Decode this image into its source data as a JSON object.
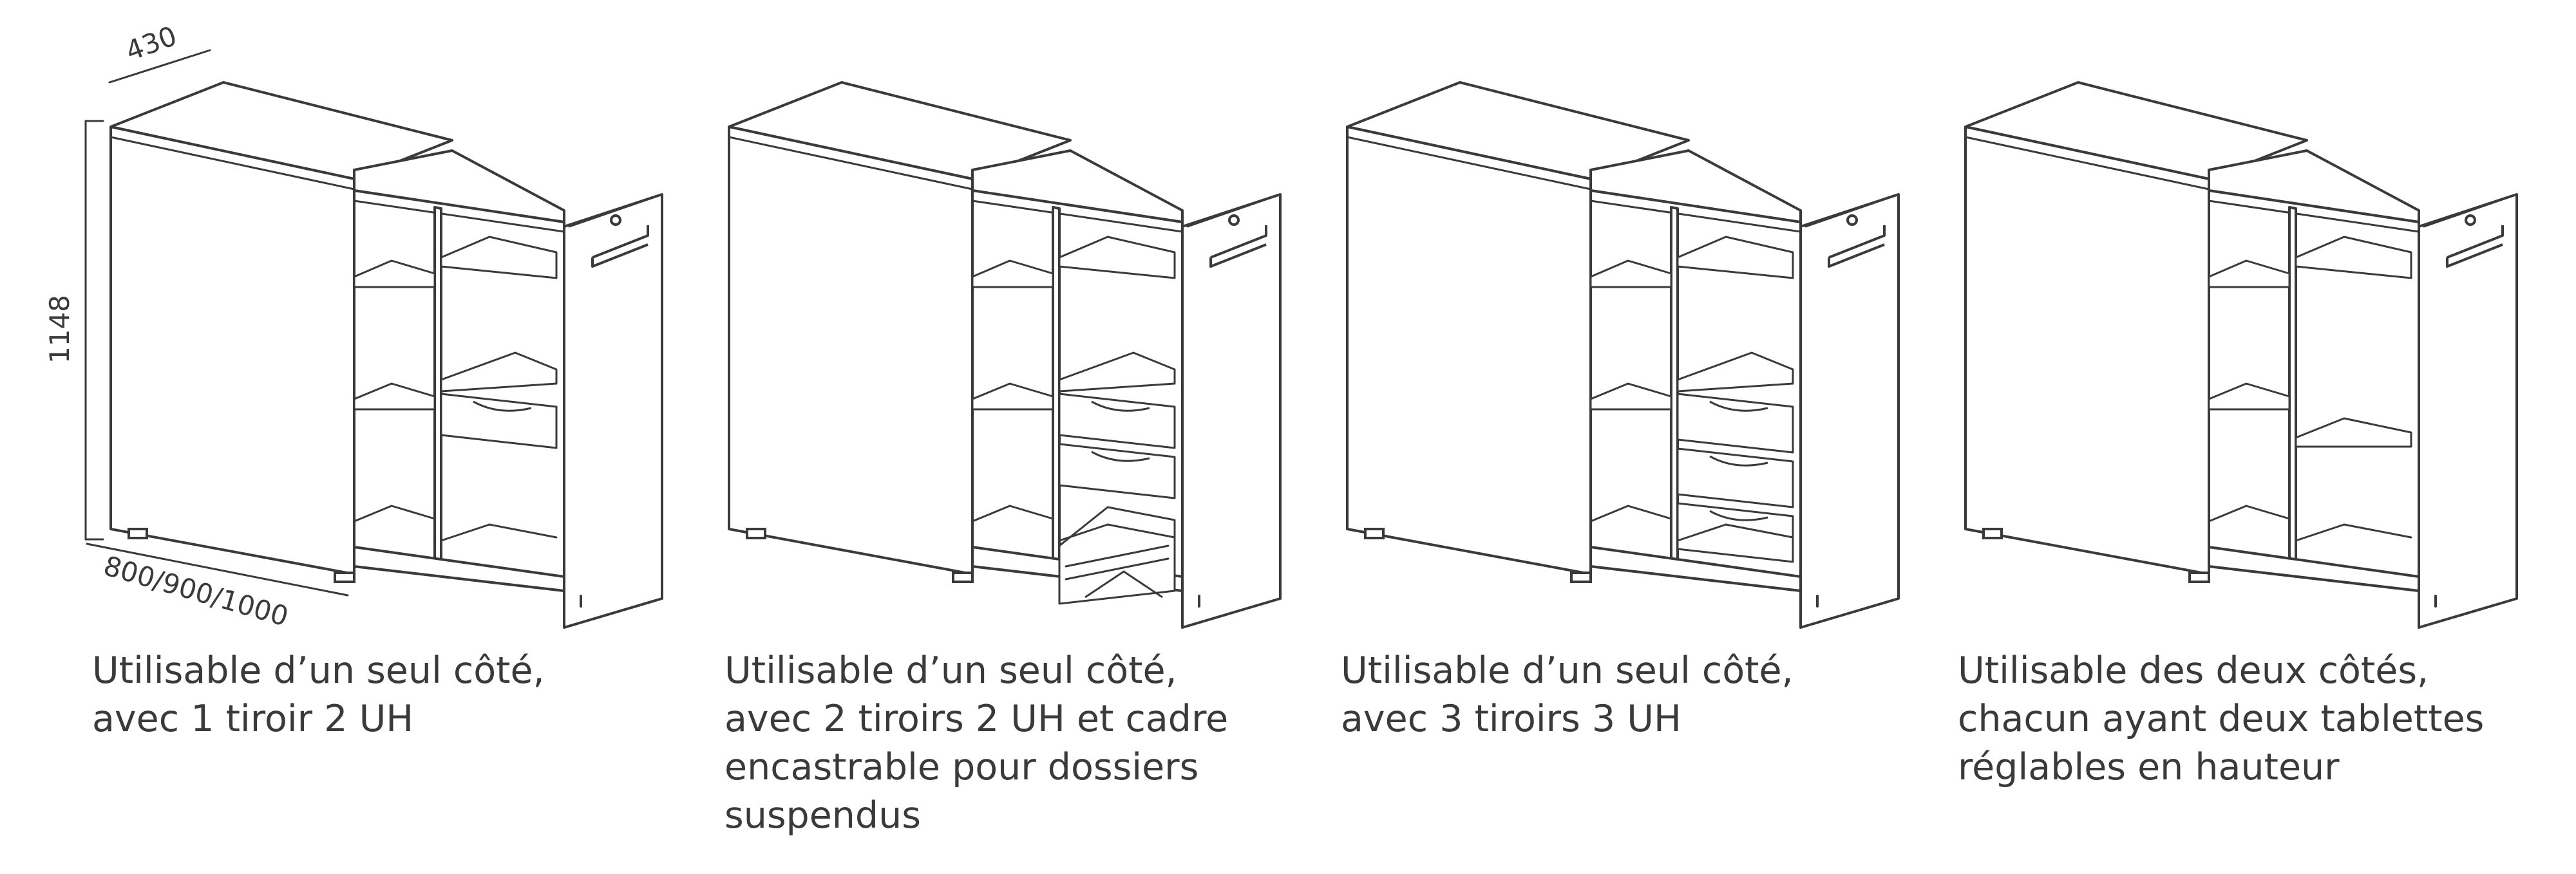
{
  "dimensions": {
    "depth": "430",
    "height": "1148",
    "width": "800/900/1000"
  },
  "variants": [
    {
      "caption_lines": [
        "Utilisable d’un seul côté,",
        "avec 1 tiroir 2 UH"
      ],
      "drawers": 1,
      "hanging_file_frame": false,
      "double_sided": false
    },
    {
      "caption_lines": [
        "Utilisable d’un seul côté,",
        "avec 2 tiroirs 2 UH et cadre",
        "encastrable pour dossiers",
        "suspendus"
      ],
      "drawers": 2,
      "hanging_file_frame": true,
      "double_sided": false
    },
    {
      "caption_lines": [
        "Utilisable d’un seul côté,",
        "avec 3 tiroirs 3 UH"
      ],
      "drawers": 3,
      "hanging_file_frame": false,
      "double_sided": false
    },
    {
      "caption_lines": [
        "Utilisable des deux côtés,",
        "chacun ayant deux tablettes",
        "réglables en hauteur"
      ],
      "drawers": 0,
      "hanging_file_frame": false,
      "double_sided": true
    }
  ],
  "colors": {
    "line": "#3a3a3a",
    "background": "#ffffff"
  }
}
